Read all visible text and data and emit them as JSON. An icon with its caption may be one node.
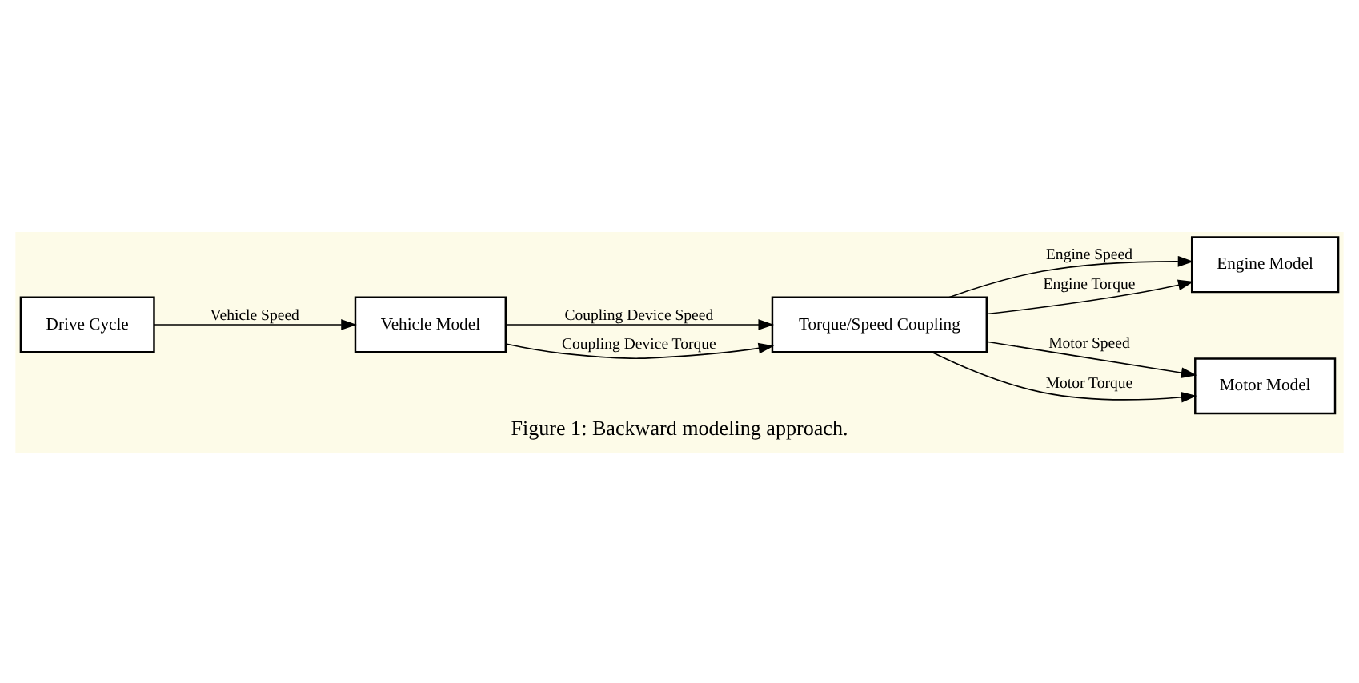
{
  "diagram": {
    "caption": "Figure 1: Backward modeling approach.",
    "nodes": [
      {
        "text": [
          "Drive Cycle"
        ]
      },
      {
        "text": [
          "Vehicle Model"
        ]
      },
      {
        "text": [
          "Torque/Speed Coupling"
        ]
      },
      {
        "text": [
          "Engine Model"
        ]
      },
      {
        "text": [
          "Motor Model"
        ]
      }
    ],
    "edges": [
      {
        "from": 0,
        "to": 1,
        "arrow": "to",
        "label": "Vehicle Speed"
      },
      {
        "from": 1,
        "to": 2,
        "arrow": "to",
        "label": "Coupling Device Speed"
      },
      {
        "from": 1,
        "to": 2,
        "arrow": "to",
        "label": "Coupling Device Torque"
      },
      {
        "from": 2,
        "to": 3,
        "arrow": "to",
        "label": "Engine Speed"
      },
      {
        "from": 2,
        "to": 3,
        "arrow": "to",
        "label": "Engine Torque"
      },
      {
        "from": 2,
        "to": 4,
        "arrow": "to",
        "label": "Motor Speed"
      },
      {
        "from": 2,
        "to": 4,
        "arrow": "to",
        "label": "Motor Torque"
      }
    ]
  }
}
